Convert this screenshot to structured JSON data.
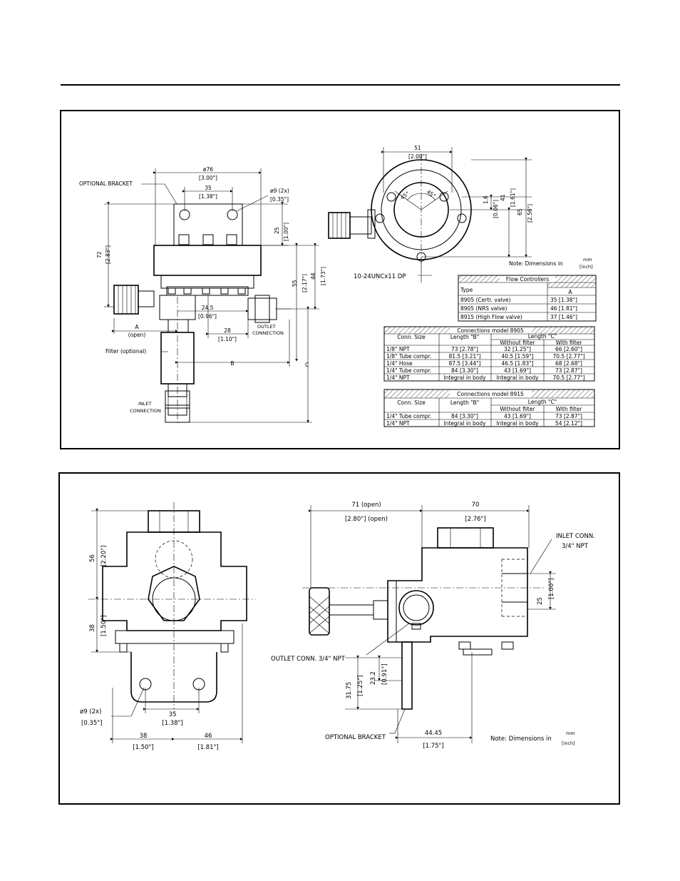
{
  "top": {
    "side": {
      "optional_bracket": "OPTIONAL BRACKET",
      "d76": "ø76",
      "d76_in": "[3.00\"]",
      "d35": "35",
      "d35_in": "[1.38\"]",
      "hole": "ø9 (2x)",
      "hole_in": "[0.35\"]",
      "d25": "25",
      "d25_in": "[1.00\"]",
      "d72": "72",
      "d72_in": "[2.83\"]",
      "d55": "55",
      "d55_in": "[2.17\"]",
      "d44": "44",
      "d44_in": "[1.73\"]",
      "d24_5": "24.5",
      "d24_5_in": "[0.96\"]",
      "d28": "28",
      "d28_in": "[1.10\"]",
      "a": "A",
      "a_open": "(open)",
      "b": "B",
      "c": "C",
      "outlet": "OUTLET",
      "connection": "CONNECTION",
      "filter": "Filter (optional)",
      "inlet": "INLET",
      "inlet_connection": "CONNECTION"
    },
    "front": {
      "d51": "51",
      "d51_in": "[2.00\"]",
      "a45_left": "45°",
      "a45_right": "45°",
      "d1_6": "1.6",
      "d1_6_in": "[0.06\"]",
      "d41": "41",
      "d41_in": "[1.61\"]",
      "d65": "65",
      "d65_in": "[2.56\"]",
      "thread": "10-24UNCx11 DP",
      "note": "Note: Dimensions in",
      "unit_mm": "mm",
      "unit_inch": "[inch]"
    },
    "flow_table": {
      "title": "Flow Controllers",
      "col_type": "Type",
      "col_a": "A",
      "rows": [
        [
          "8905 (Certr. valve)",
          "35 [1.38\"]"
        ],
        [
          "8905 (NRS valve)",
          "46 [1.81\"]"
        ],
        [
          "8915 (High Flow valve)",
          "37 [1.46\"]"
        ]
      ]
    },
    "conn_8905": {
      "title": "Connections model 8905",
      "h_size": "Conn. Size",
      "h_b": "Length \"B\"",
      "h_c": "Length \"C\"",
      "h_without": "Without filter",
      "h_with": "With filter",
      "rows": [
        [
          "1/8\" NPT",
          "73 [2.78\"]",
          "32 [1.25\"]",
          "66 [2.60\"]"
        ],
        [
          "1/8\" Tube compr.",
          "81.5 [3.21\"]",
          "40.5 [1.59\"]",
          "70.5 [2.77\"]"
        ],
        [
          "1/4\" Hose",
          "87.5 [3.44\"]",
          "46.5 [1.83\"]",
          "68 [2.68\"]"
        ],
        [
          "1/4\" Tube compr.",
          "84 [3.30\"]",
          "43 [1.69\"]",
          "73 [2.87\"]"
        ],
        [
          "1/4\" NPT",
          "Integral in body",
          "Integral in body",
          "70.5 [2.77\"]"
        ]
      ]
    },
    "conn_8915": {
      "title": "Connections model 8915",
      "h_size": "Conn. Size",
      "h_b": "Length \"B\"",
      "h_c": "Length \"C\"",
      "h_without": "Without filter",
      "h_with": "With filter",
      "rows": [
        [
          "1/4\" Tube compr.",
          "84 [3.30\"]",
          "43 [1.69\"]",
          "73 [2.87\"]"
        ],
        [
          "1/4\" NPT",
          "Integral in body",
          "Integral in body",
          "54 [2.12\"]"
        ]
      ]
    }
  },
  "bottom": {
    "left": {
      "d56": "56",
      "d56_in": "[2.20\"]",
      "d38v": "38",
      "d38v_in": "[1.50\"]",
      "hole": "ø9 (2x)",
      "hole_in": "[0.35\"]",
      "d35": "35",
      "d35_in": "[1.38\"]",
      "d38": "38",
      "d38_in": "[1.50\"]",
      "d46": "46",
      "d46_in": "[1.81\"]"
    },
    "right": {
      "d71": "71 (open)",
      "d71_in": "[2.80\"] (open)",
      "d70": "70",
      "d70_in": "[2.76\"]",
      "inlet": "INLET CONN.",
      "inlet_npt": "3/4\" NPT",
      "d25": "25",
      "d25_in": "[1.00\"]",
      "outlet": "OUTLET CONN. 3/4\" NPT",
      "d31_75": "31.75",
      "d31_75_in": "[1.25\"]",
      "d23_2": "23.2",
      "d23_2_in": "[0.91\"]",
      "bracket": "OPTIONAL BRACKET",
      "d44_45": "44.45",
      "d44_45_in": "[1.75\"]",
      "note": "Note: Dimensions in",
      "unit_mm": "mm",
      "unit_inch": "[inch]"
    }
  }
}
